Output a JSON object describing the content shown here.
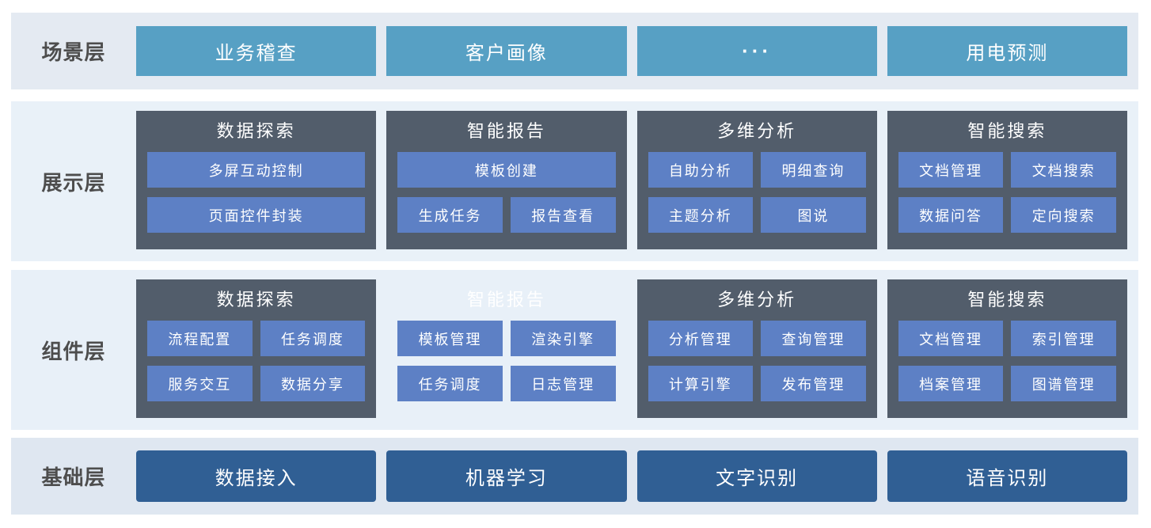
{
  "diagram": {
    "colors": {
      "scene_button": "#57a0c4",
      "card_background": "#525d6b",
      "inner_button": "#5d80c5",
      "foundation_button": "#305f94",
      "row_background_outer": "#e4eaf2",
      "row_background_inner": "#e9f1f8",
      "layer_label_text": "#4d4d4d",
      "button_text": "#ffffff"
    },
    "layers": [
      {
        "label": "场景层",
        "buttons": [
          "业务稽查",
          "客户画像",
          "···",
          "用电预测"
        ]
      },
      {
        "label": "展示层",
        "groups": [
          {
            "title": "数据探索",
            "buttons": [
              "多屏互动控制",
              "页面控件封装"
            ]
          },
          {
            "title": "智能报告",
            "buttons": [
              "模板创建",
              "生成任务",
              "报告查看"
            ]
          },
          {
            "title": "多维分析",
            "buttons": [
              "自助分析",
              "明细查询",
              "主题分析",
              "图说"
            ]
          },
          {
            "title": "智能搜索",
            "buttons": [
              "文档管理",
              "文档搜索",
              "数据问答",
              "定向搜索"
            ]
          }
        ]
      },
      {
        "label": "组件层",
        "groups": [
          {
            "title": "数据探索",
            "buttons": [
              "流程配置",
              "任务调度",
              "服务交互",
              "数据分享"
            ]
          },
          {
            "title": "智能报告",
            "frameless": true,
            "buttons": [
              "模板管理",
              "渲染引擎",
              "任务调度",
              "日志管理"
            ]
          },
          {
            "title": "多维分析",
            "buttons": [
              "分析管理",
              "查询管理",
              "计算引擎",
              "发布管理"
            ]
          },
          {
            "title": "智能搜索",
            "buttons": [
              "文档管理",
              "索引管理",
              "档案管理",
              "图谱管理"
            ]
          }
        ]
      },
      {
        "label": "基础层",
        "buttons": [
          "数据接入",
          "机器学习",
          "文字识别",
          "语音识别"
        ]
      }
    ]
  }
}
